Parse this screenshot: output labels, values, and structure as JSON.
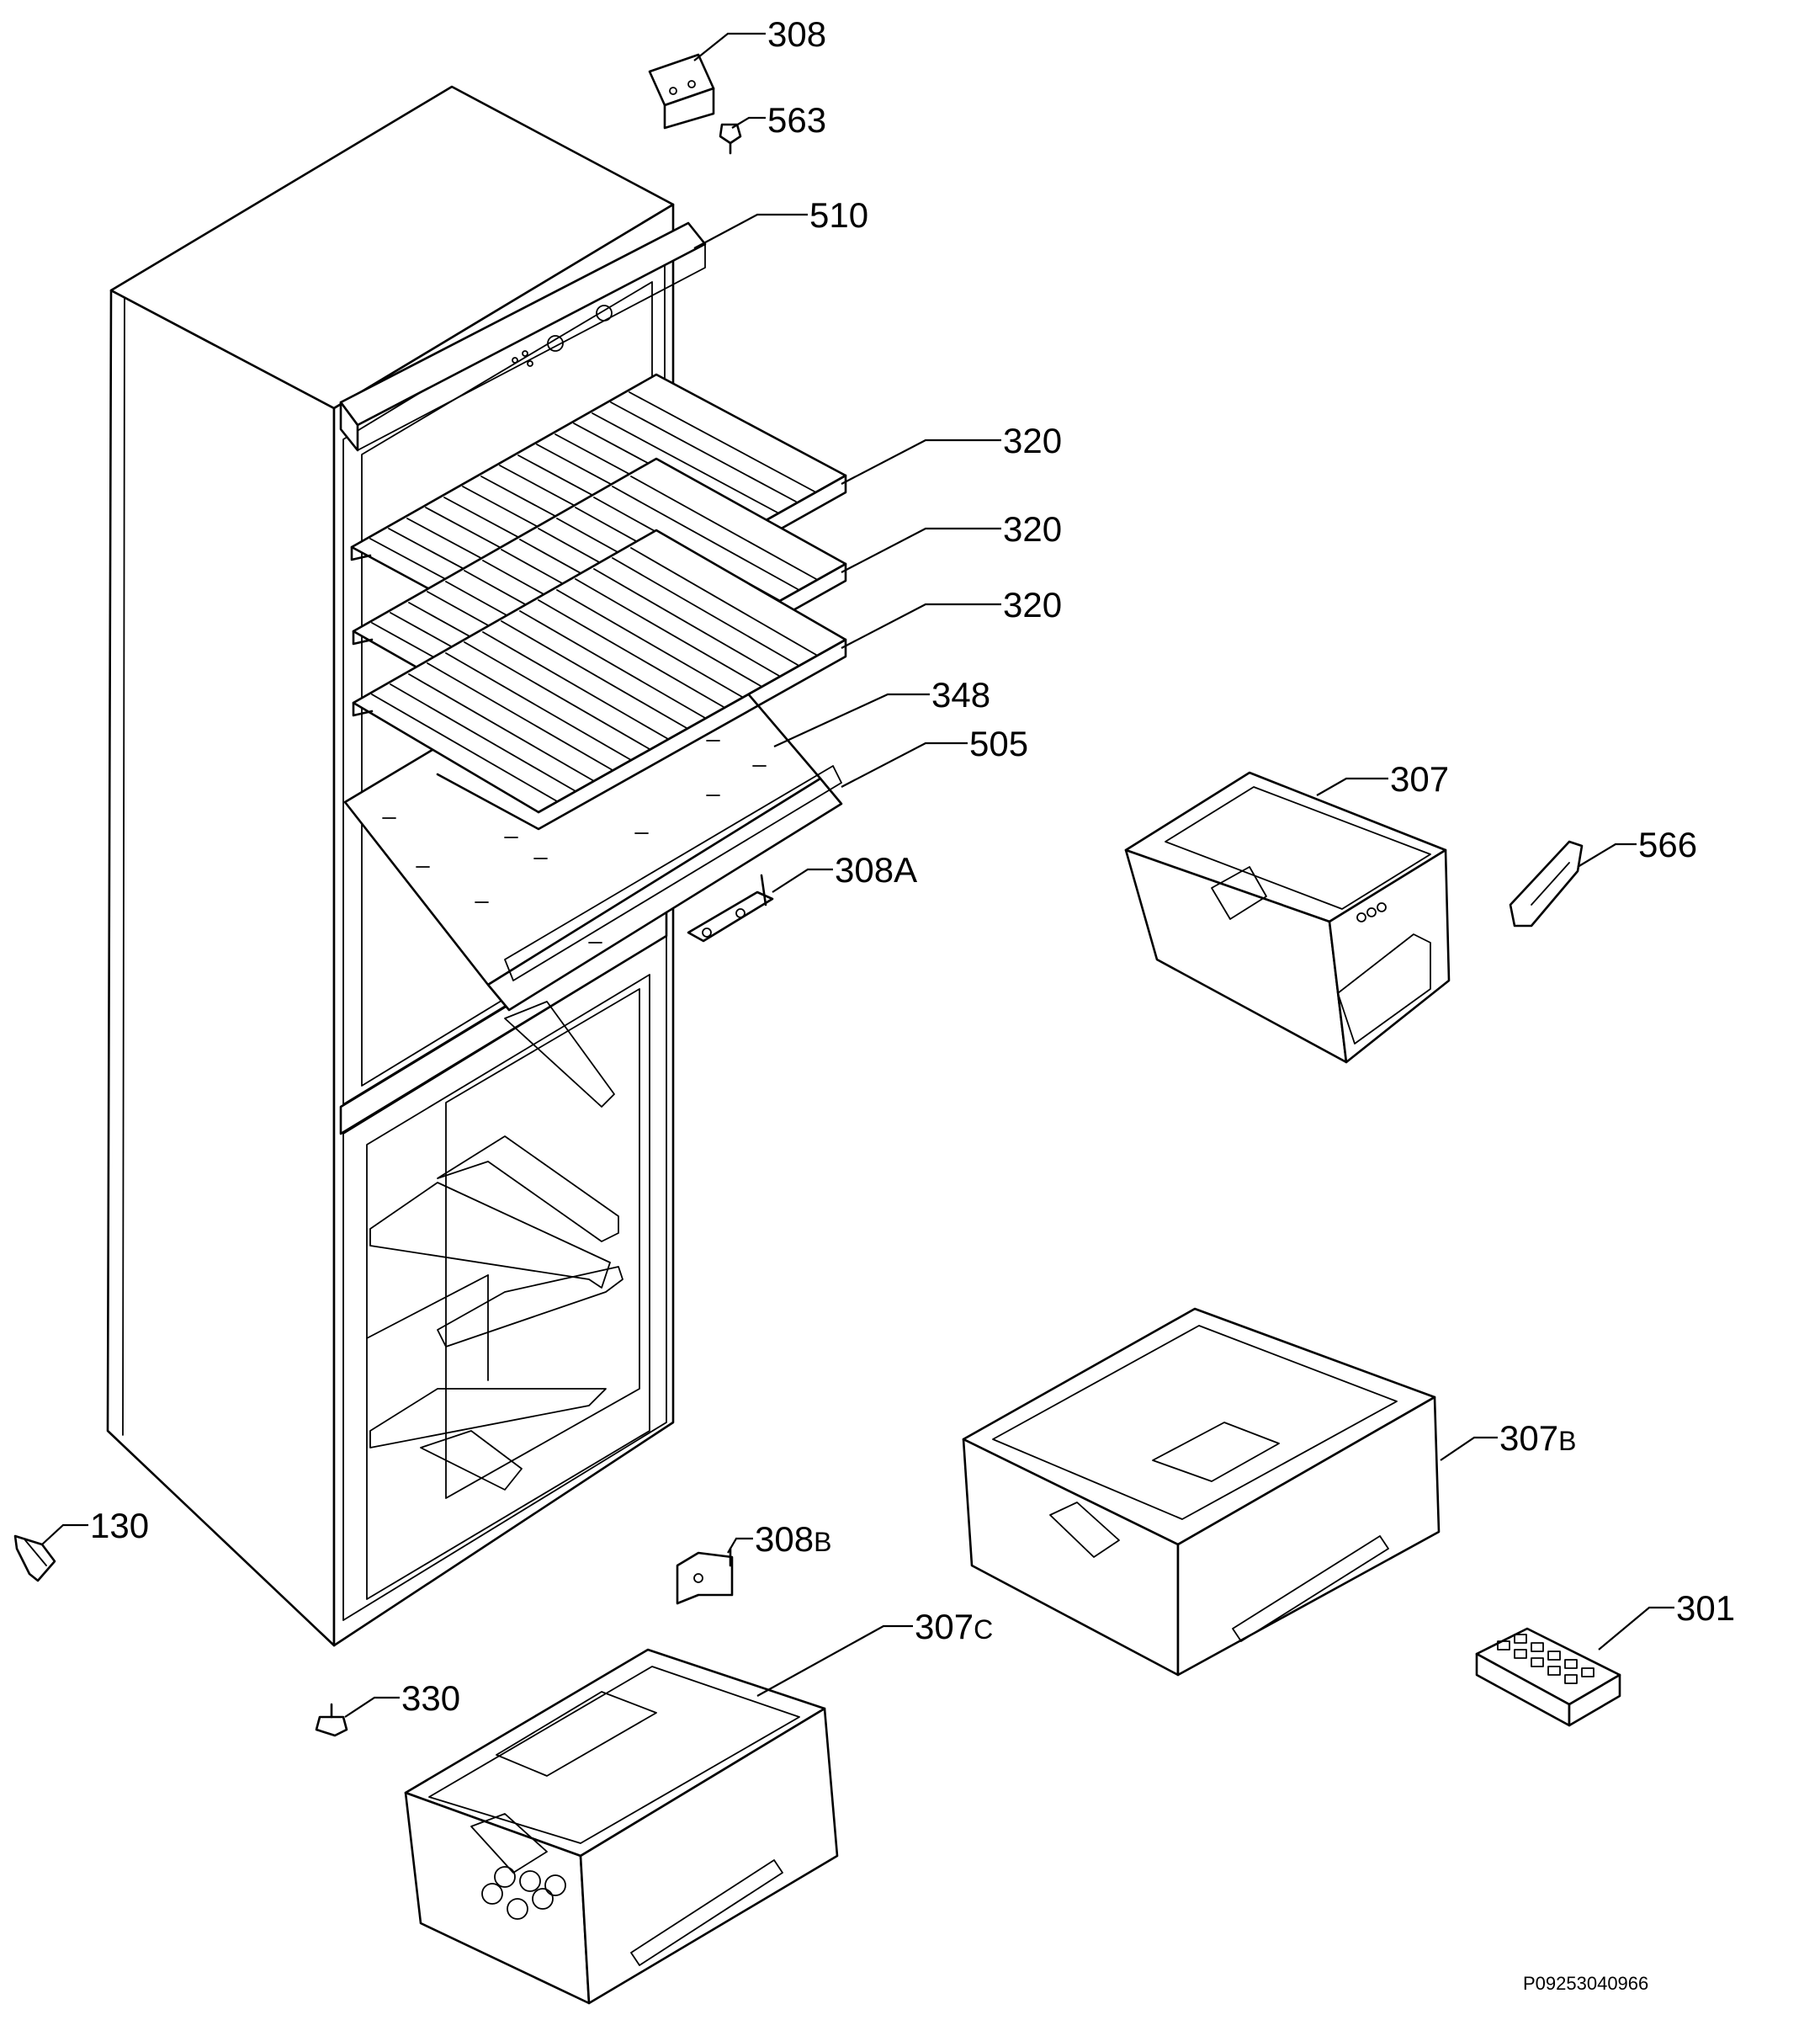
{
  "callouts": [
    {
      "id": "308",
      "number": "308",
      "suffix": ""
    },
    {
      "id": "563",
      "number": "563",
      "suffix": ""
    },
    {
      "id": "510",
      "number": "510",
      "suffix": ""
    },
    {
      "id": "320a",
      "number": "320",
      "suffix": ""
    },
    {
      "id": "320b",
      "number": "320",
      "suffix": ""
    },
    {
      "id": "320c",
      "number": "320",
      "suffix": ""
    },
    {
      "id": "348",
      "number": "348",
      "suffix": ""
    },
    {
      "id": "505",
      "number": "505",
      "suffix": ""
    },
    {
      "id": "308A",
      "number": "308A",
      "suffix": ""
    },
    {
      "id": "307",
      "number": "307",
      "suffix": ""
    },
    {
      "id": "566",
      "number": "566",
      "suffix": ""
    },
    {
      "id": "307B",
      "number": "307",
      "suffix": "B"
    },
    {
      "id": "130",
      "number": "130",
      "suffix": ""
    },
    {
      "id": "308B",
      "number": "308",
      "suffix": "B"
    },
    {
      "id": "307C",
      "number": "307",
      "suffix": "C"
    },
    {
      "id": "301",
      "number": "301",
      "suffix": ""
    },
    {
      "id": "330",
      "number": "330",
      "suffix": ""
    }
  ],
  "document_code": "P09253040966"
}
